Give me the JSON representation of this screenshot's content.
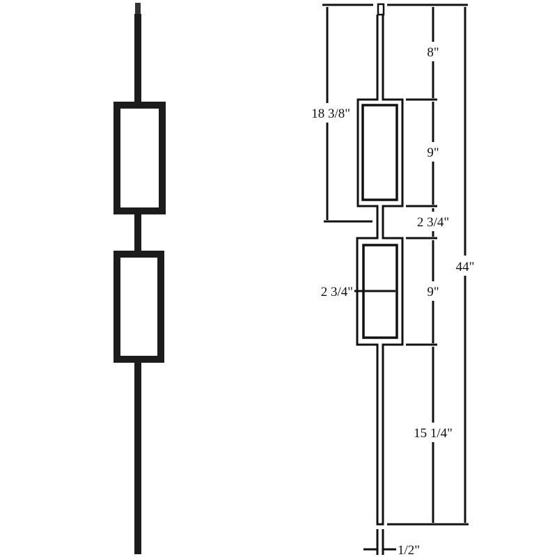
{
  "colors": {
    "metal": "#1c1c1c",
    "line": "#111111",
    "background": "#ffffff"
  },
  "dimensions": {
    "top_spindle": "8\"",
    "upper_panel_height": "9\"",
    "gap_between_panels": "2 3/4\"",
    "lower_panel_height": "9\"",
    "bottom_spindle": "15 1/4\"",
    "overall_height": "44\"",
    "top_to_gap": "18 3/8\"",
    "panel_width": "2 3/4\"",
    "bar_width": "1/2\""
  }
}
